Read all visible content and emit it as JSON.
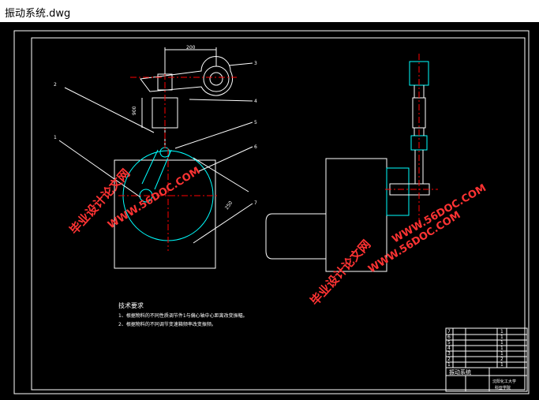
{
  "window": {
    "title": "振动系统.dwg"
  },
  "drawing": {
    "dim_horizontal": "200",
    "dim_vertical": "900",
    "dim_diagonal": "250",
    "callouts": [
      "1",
      "2",
      "3",
      "4",
      "5",
      "6",
      "7"
    ],
    "watermark_main": "毕业设计论文网",
    "watermark_url": "WWW.56DOC.COM",
    "tech_heading": "技术要求",
    "tech_req_1": "1、根据物料的不同性质调节件1与偏心轴中心距离改变振幅。",
    "tech_req_2": "2、根据物料的不同调节变速箱频率改变振频。"
  },
  "title_block": {
    "drawing_name": "振动系统",
    "school": "沈阳化工大学",
    "dept": "科亚学院",
    "row_numbers": [
      "7",
      "6",
      "5",
      "4",
      "3",
      "2",
      "1"
    ],
    "row_qty": [
      "1",
      "1",
      "1",
      "1",
      "1",
      "2",
      "1"
    ],
    "colors": {
      "frame": "#ffffff",
      "part": "#00ffff",
      "center": "#ff0000",
      "dim": "#00ff00",
      "wm": "#ff0000"
    }
  }
}
